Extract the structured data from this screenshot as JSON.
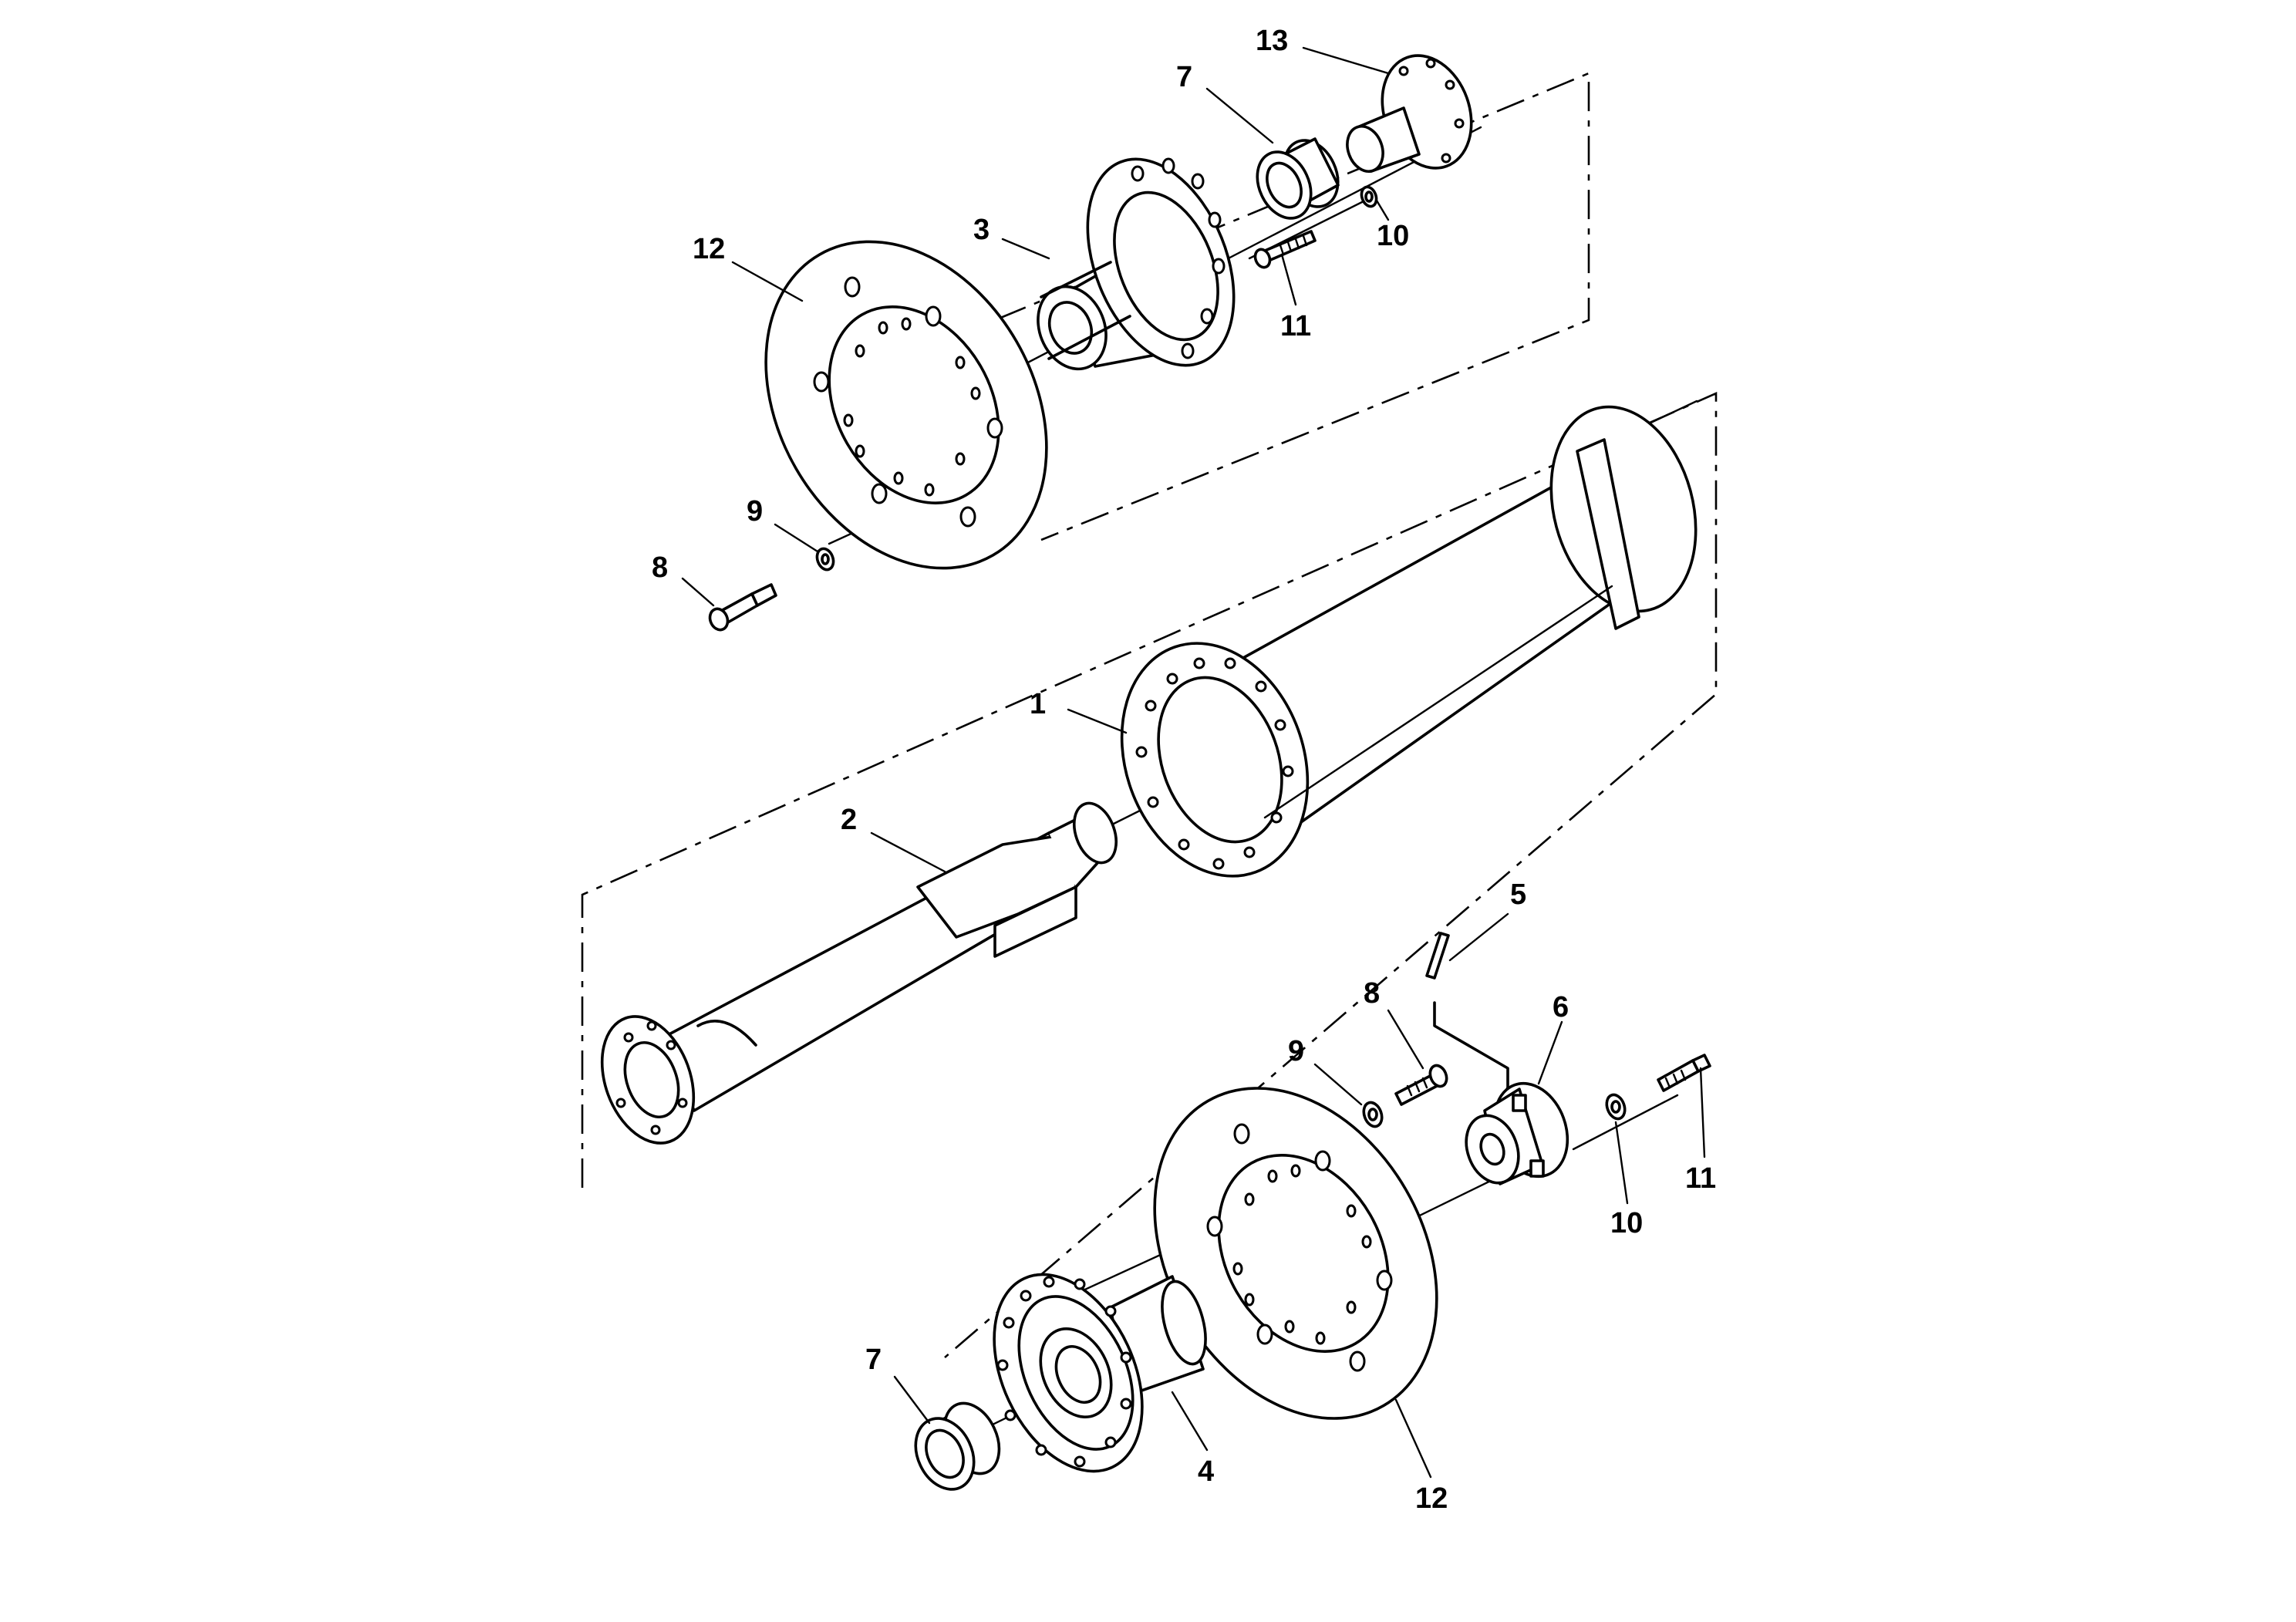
{
  "colors": {
    "line": "#000000",
    "background": "#ffffff"
  },
  "callouts": {
    "c13": "13",
    "c7_top": "7",
    "c3": "3",
    "c10_top": "10",
    "c11_top": "11",
    "c12_top": "12",
    "c9_top": "9",
    "c8_top": "8",
    "c1": "1",
    "c2": "2",
    "c5": "5",
    "c8_bottom": "8",
    "c6": "6",
    "c9_bottom": "9",
    "c11_bottom": "11",
    "c10_bottom": "10",
    "c7_bottom": "7",
    "c4": "4",
    "c12_bottom": "12"
  }
}
